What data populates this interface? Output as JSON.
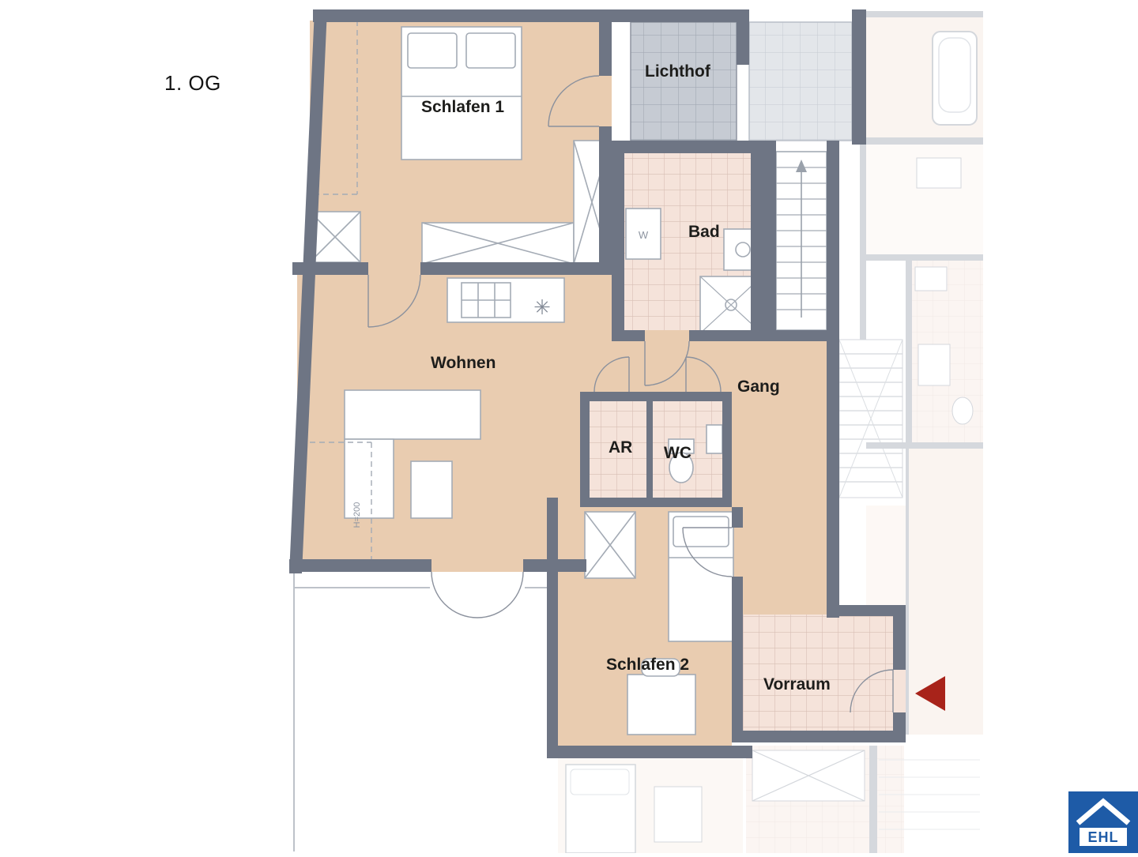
{
  "floor_label": "1. OG",
  "rooms": [
    {
      "id": "schlafen1",
      "label": "Schlafen 1"
    },
    {
      "id": "lichthof",
      "label": "Lichthof"
    },
    {
      "id": "bad",
      "label": "Bad"
    },
    {
      "id": "wohnen",
      "label": "Wohnen"
    },
    {
      "id": "gang",
      "label": "Gang"
    },
    {
      "id": "ar",
      "label": "AR"
    },
    {
      "id": "wc",
      "label": "WC"
    },
    {
      "id": "schlafen2",
      "label": "Schlafen 2"
    },
    {
      "id": "vorraum",
      "label": "Vorraum"
    }
  ],
  "annotations": {
    "washer": "W",
    "sofa_height": "H=200"
  },
  "logo": {
    "text": "EHL"
  },
  "colors": {
    "wall": "#6e7584",
    "floor_main": "#e9ccb0",
    "tile_bad": "#f5e3da",
    "lichthof_tile": "#c6cbd3",
    "entry_arrow": "#a8231a",
    "logo_blue": "#1e5ba7"
  }
}
